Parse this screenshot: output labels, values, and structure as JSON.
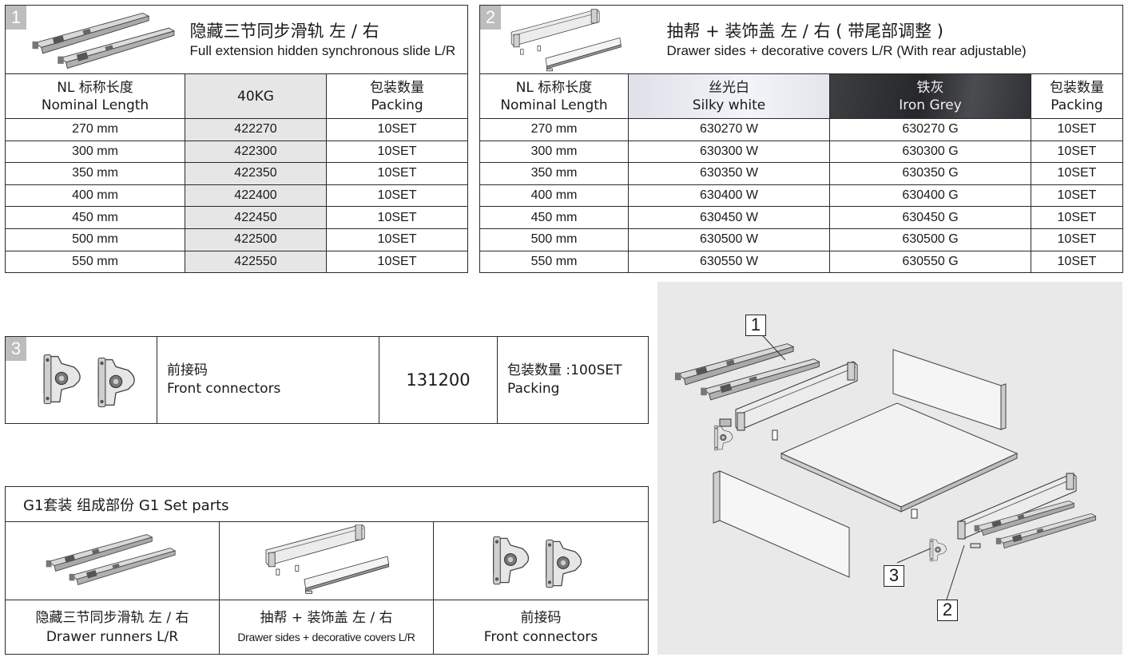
{
  "section1": {
    "badge": "1",
    "title_cn": "隐藏三节同步滑轨  左 / 右",
    "title_en": "Full extension hidden synchronous slide L/R",
    "header": {
      "length_cn": "NL 标称长度",
      "length_en": "Nominal Length",
      "load": "40KG",
      "packing_cn": "包装数量",
      "packing_en": "Packing"
    },
    "rows": [
      {
        "length": "270 mm",
        "code": "422270",
        "packing": "10SET"
      },
      {
        "length": "300 mm",
        "code": "422300",
        "packing": "10SET"
      },
      {
        "length": "350 mm",
        "code": "422350",
        "packing": "10SET"
      },
      {
        "length": "400 mm",
        "code": "422400",
        "packing": "10SET"
      },
      {
        "length": "450 mm",
        "code": "422450",
        "packing": "10SET"
      },
      {
        "length": "500 mm",
        "code": "422500",
        "packing": "10SET"
      },
      {
        "length": "550 mm",
        "code": "422550",
        "packing": "10SET"
      }
    ]
  },
  "section2": {
    "badge": "2",
    "title_cn": "抽帮 + 装饰盖   左 / 右 ( 带尾部调整 )",
    "title_en": "Drawer sides + decorative covers  L/R (With rear adjustable)",
    "header": {
      "length_cn": "NL 标称长度",
      "length_en": "Nominal Length",
      "white_cn": "丝光白",
      "white_en": "Silky white",
      "grey_cn": "铁灰",
      "grey_en": "Iron Grey",
      "packing_cn": "包装数量",
      "packing_en": "Packing"
    },
    "rows": [
      {
        "length": "270 mm",
        "white": "630270 W",
        "grey": "630270 G",
        "packing": "10SET"
      },
      {
        "length": "300 mm",
        "white": "630300 W",
        "grey": "630300 G",
        "packing": "10SET"
      },
      {
        "length": "350 mm",
        "white": "630350 W",
        "grey": "630350 G",
        "packing": "10SET"
      },
      {
        "length": "400 mm",
        "white": "630400 W",
        "grey": "630400 G",
        "packing": "10SET"
      },
      {
        "length": "450 mm",
        "white": "630450 W",
        "grey": "630450 G",
        "packing": "10SET"
      },
      {
        "length": "500 mm",
        "white": "630500 W",
        "grey": "630500 G",
        "packing": "10SET"
      },
      {
        "length": "550 mm",
        "white": "630550 W",
        "grey": "630550 G",
        "packing": "10SET"
      }
    ]
  },
  "section3": {
    "badge": "3",
    "name_cn": "前接码",
    "name_en": "Front connectors",
    "code": "131200",
    "packing_cn": "包装数量 :100SET",
    "packing_en": "Packing"
  },
  "set_parts": {
    "title": "G1套装  组成部份   G1 Set parts",
    "items": [
      {
        "cn": "隐藏三节同步滑轨  左 / 右",
        "en": "Drawer runners  L/R"
      },
      {
        "cn": "抽帮 + 装饰盖 左 / 右",
        "en": "Drawer sides + decorative covers  L/R"
      },
      {
        "cn": "前接码",
        "en": "Front connectors"
      }
    ]
  },
  "diagram": {
    "labels": [
      "1",
      "2",
      "3"
    ]
  },
  "colors": {
    "iron_grey": "#2f3033",
    "silky_white": "#eceef4",
    "shade": "#e6e6e6",
    "diagram_bg": "#e9e9e9"
  }
}
